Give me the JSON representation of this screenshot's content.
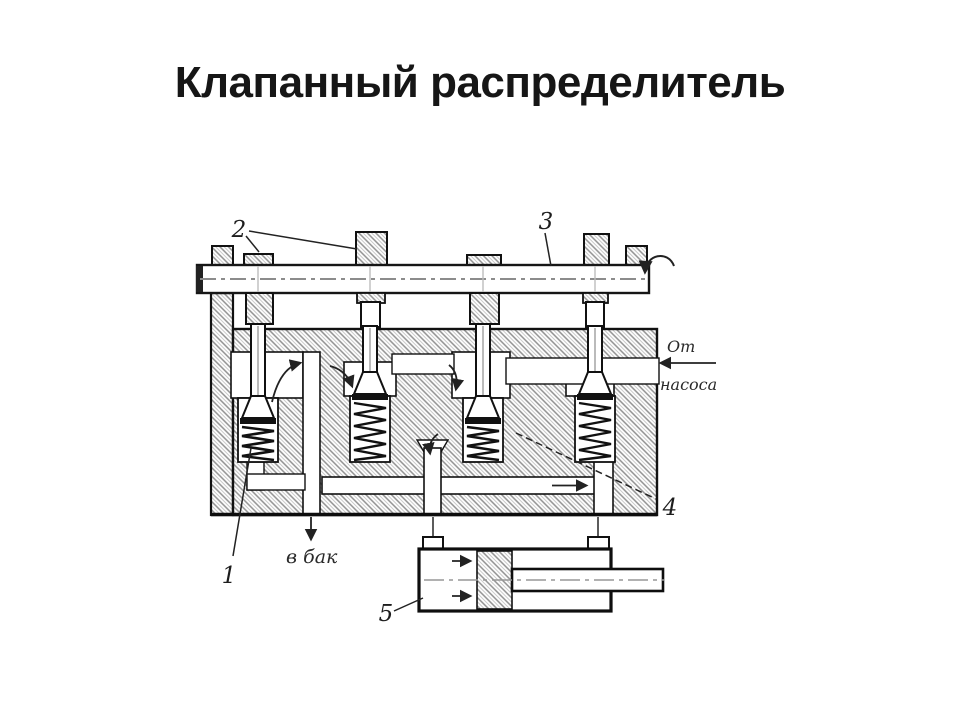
{
  "slide": {
    "title": "Клапанный распределитель",
    "background": "#ffffff"
  },
  "diagram": {
    "labels": {
      "n1": "1",
      "n2": "2",
      "n3": "3",
      "n4": "4",
      "n5": "5"
    },
    "annotations": {
      "from_pump_line1": "От",
      "from_pump_line2": "насоса",
      "to_tank": "в бак"
    },
    "colors": {
      "ink": "#1a1a1a",
      "hatch": "#8f8f8f",
      "centerline": "#999999"
    }
  }
}
